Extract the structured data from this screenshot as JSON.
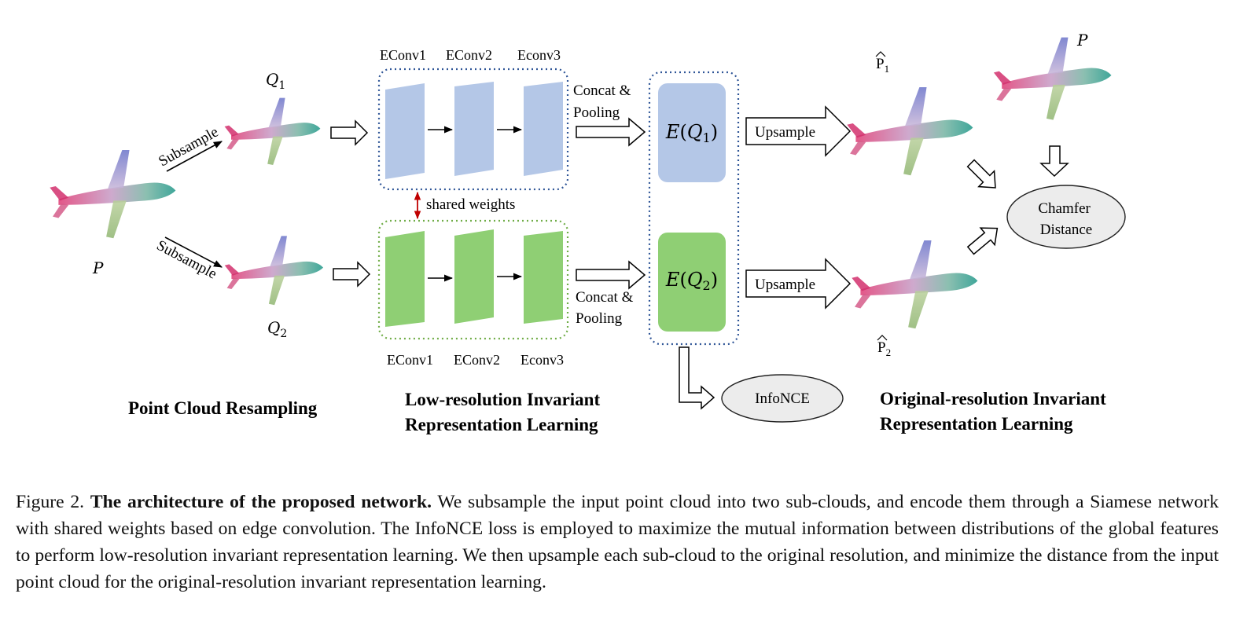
{
  "figure": {
    "point_cloud": {
      "input_label": "P",
      "q1_label": "Q",
      "q1_sub": "1",
      "q2_label": "Q",
      "q2_sub": "2",
      "subsample_label": "Subsample"
    },
    "encoder_top": {
      "labels": [
        "EConv1",
        "EConv2",
        "Econv3"
      ]
    },
    "encoder_bottom": {
      "labels": [
        "EConv1",
        "EConv2",
        "Econv3"
      ]
    },
    "shared_weights_label": "shared weights",
    "concat_pool_label_line1": "Concat &",
    "concat_pool_label_line2": "Pooling",
    "e_q1": {
      "fn": "E",
      "arg": "Q",
      "sub": "1"
    },
    "e_q2": {
      "fn": "E",
      "arg": "Q",
      "sub": "2"
    },
    "upsample_label": "Upsample",
    "p_hat1": {
      "label": "P",
      "sub": "1"
    },
    "p_hat2": {
      "label": "P",
      "sub": "2"
    },
    "p_target_label": "P",
    "chamfer_line1": "Chamfer",
    "chamfer_line2": "Distance",
    "infonce_label": "InfoNCE",
    "section_titles": {
      "resampling": "Point Cloud Resampling",
      "low_res_line1": "Low-resolution Invariant",
      "low_res_line2": "Representation Learning",
      "orig_res_line1": "Original-resolution Invariant",
      "orig_res_line2": "Representation Learning"
    },
    "colors": {
      "blue_block": "#b4c7e7",
      "green_block": "#8fcf74",
      "blue_dots": "#2f5597",
      "green_dots": "#70ad47",
      "shared_arrow": "#c00000",
      "ellipse_fill": "#ececec"
    }
  },
  "caption": {
    "prefix": "Figure 2. ",
    "bold": "The architecture of the proposed network.",
    "text": " We subsample the input point cloud into two sub-clouds, and encode them through a Siamese network with shared weights based on edge convolution.  The InfoNCE loss is employed to maximize the mutual information between distributions of the global features to perform low-resolution invariant representation learning. We then upsample each sub-cloud to the original resolution, and minimize the distance from the input point cloud for the original-resolution invariant representation learning."
  }
}
